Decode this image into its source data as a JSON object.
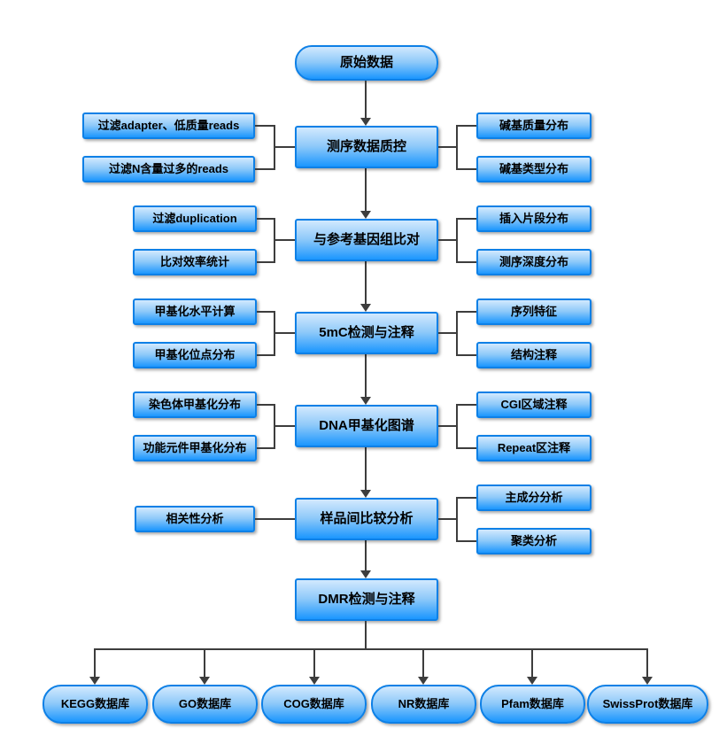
{
  "flow": {
    "start": "原始数据",
    "rows": [
      {
        "main": "测序数据质控",
        "left": [
          "过滤adapter、低质量reads",
          "过滤N含量过多的reads"
        ],
        "right": [
          "碱基质量分布",
          "碱基类型分布"
        ]
      },
      {
        "main": "与参考基因组比对",
        "left": [
          "过滤duplication",
          "比对效率统计"
        ],
        "right": [
          "插入片段分布",
          "测序深度分布"
        ]
      },
      {
        "main": "5mC检测与注释",
        "left": [
          "甲基化水平计算",
          "甲基化位点分布"
        ],
        "right": [
          "序列特征",
          "结构注释"
        ]
      },
      {
        "main": "DNA甲基化图谱",
        "left": [
          "染色体甲基化分布",
          "功能元件甲基化分布"
        ],
        "right": [
          "CGI区域注释",
          "Repeat区注释"
        ]
      },
      {
        "main": "样品间比较分析",
        "left": [
          "相关性分析"
        ],
        "right": [
          "主成分分析",
          "聚类分析"
        ]
      }
    ],
    "dmr": "DMR检测与注释",
    "databases": [
      "KEGG数据库",
      "GO数据库",
      "COG数据库",
      "NR数据库",
      "Pfam数据库",
      "SwissProt数据库"
    ]
  },
  "colors": {
    "node_border": "#0e80e6",
    "node_gradient_top": "#d2e9fe",
    "node_gradient_bottom": "#1b96fe",
    "connector": "#3d3d3d"
  }
}
